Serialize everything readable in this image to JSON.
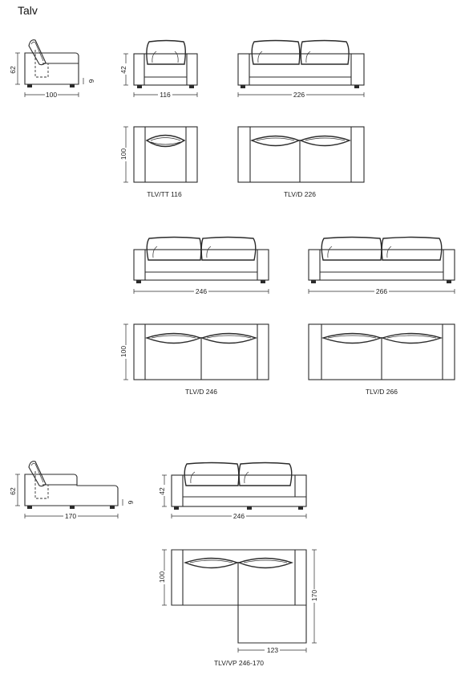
{
  "title": "Talv",
  "side_view": {
    "height": "62",
    "seat": "6",
    "depth": "100"
  },
  "chaise_side_view": {
    "height": "62",
    "seat": "6",
    "depth": "170"
  },
  "models": [
    {
      "code": "TLV/TT 116",
      "width": "116",
      "front_height": "42",
      "plan_depth": "100"
    },
    {
      "code": "TLV/D 226",
      "width": "226"
    },
    {
      "code": "TLV/D 246",
      "width": "246",
      "plan_depth": "100"
    },
    {
      "code": "TLV/D 266",
      "width": "266"
    },
    {
      "code": "TLV/VP 246-170",
      "width": "246",
      "front_height": "42",
      "plan_depth": "100",
      "chaise_depth": "170",
      "chaise_width": "123"
    }
  ]
}
